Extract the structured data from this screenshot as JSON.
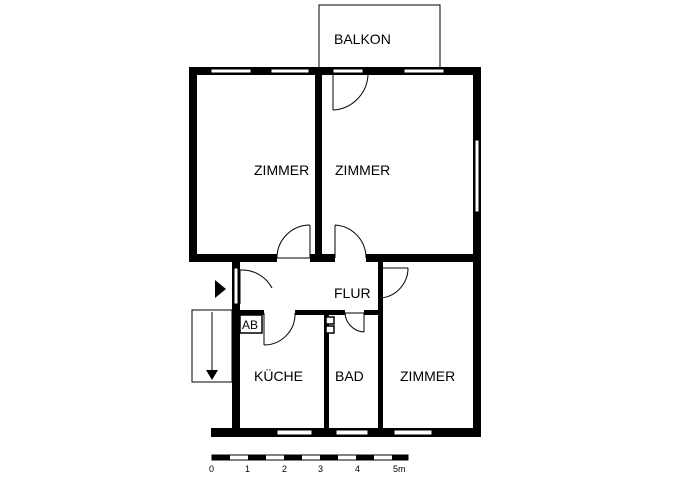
{
  "rooms": {
    "balkon": "BALKON",
    "zimmer_left": "ZIMMER",
    "zimmer_right": "ZIMMER",
    "flur": "FLUR",
    "ab": "AB",
    "kueche": "KÜCHE",
    "bad": "BAD",
    "zimmer_bottom": "ZIMMER"
  },
  "scale": {
    "unit": "m",
    "ticks": [
      "0",
      "1",
      "2",
      "3",
      "4",
      "5m"
    ]
  },
  "colors": {
    "wall": "#000000",
    "background": "#ffffff"
  }
}
